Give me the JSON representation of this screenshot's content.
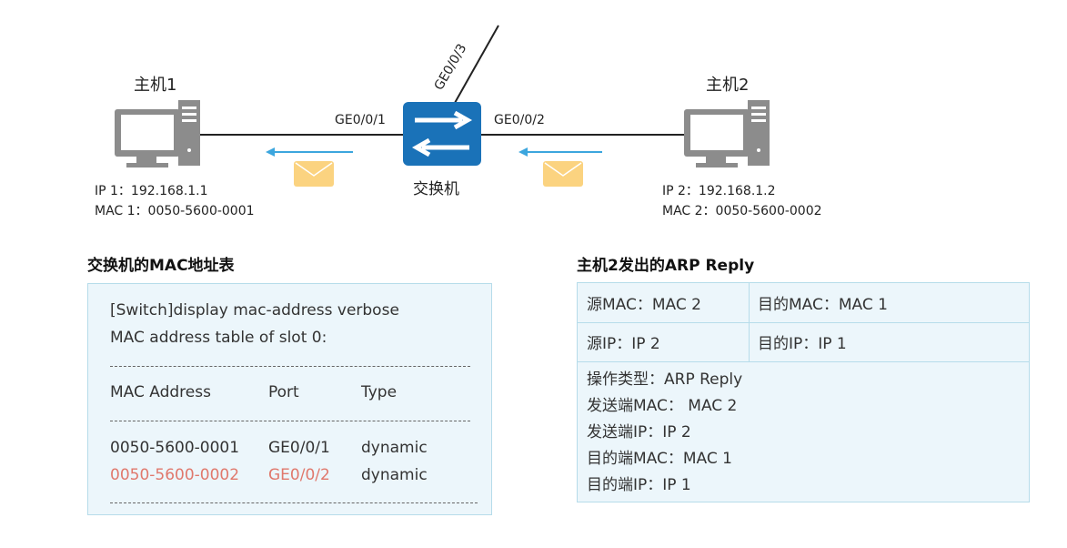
{
  "colors": {
    "switch": "#1a72b8",
    "arrow": "#3ca6de",
    "envelope": "#fbd380",
    "pc": "#8c8c8c",
    "highlight": "#e0786c",
    "panel_bg": "#ecf6fb",
    "panel_border": "#b6dcea"
  },
  "diagram": {
    "host1": {
      "title": "主机1",
      "ip": "IP 1：192.168.1.1",
      "mac": "MAC 1：0050-5600-0001",
      "icon": "desktop-computer-icon"
    },
    "host2": {
      "title": "主机2",
      "ip": "IP 2：192.168.1.2",
      "mac": "MAC 2：0050-5600-0002",
      "icon": "desktop-computer-icon"
    },
    "switch": {
      "label": "交换机",
      "icon": "switch-arrows-icon"
    },
    "ports": {
      "p1": "GE0/0/1",
      "p2": "GE0/0/2",
      "p3": "GE0/0/3"
    }
  },
  "mac_table": {
    "title": "交换机的MAC地址表",
    "command": "[Switch]display mac-address verbose",
    "subtitle": "MAC address table of slot 0:",
    "headers": [
      "MAC Address",
      "Port",
      "Type"
    ],
    "rows": [
      {
        "mac": "0050-5600-0001",
        "port": "GE0/0/1",
        "type": "dynamic",
        "highlight": false
      },
      {
        "mac": "0050-5600-0002",
        "port": "GE0/0/2",
        "type": "dynamic",
        "highlight": true
      }
    ]
  },
  "arp_reply": {
    "title": "主机2发出的ARP Reply",
    "src_mac": "源MAC：MAC 2",
    "dst_mac": "目的MAC：MAC 1",
    "src_ip": "源IP：IP 2",
    "dst_ip": "目的IP：IP 1",
    "fields": [
      "操作类型：ARP Reply",
      "发送端MAC： MAC 2",
      "发送端IP：IP 2",
      "目的端MAC：MAC 1",
      "目的端IP：IP 1"
    ]
  }
}
